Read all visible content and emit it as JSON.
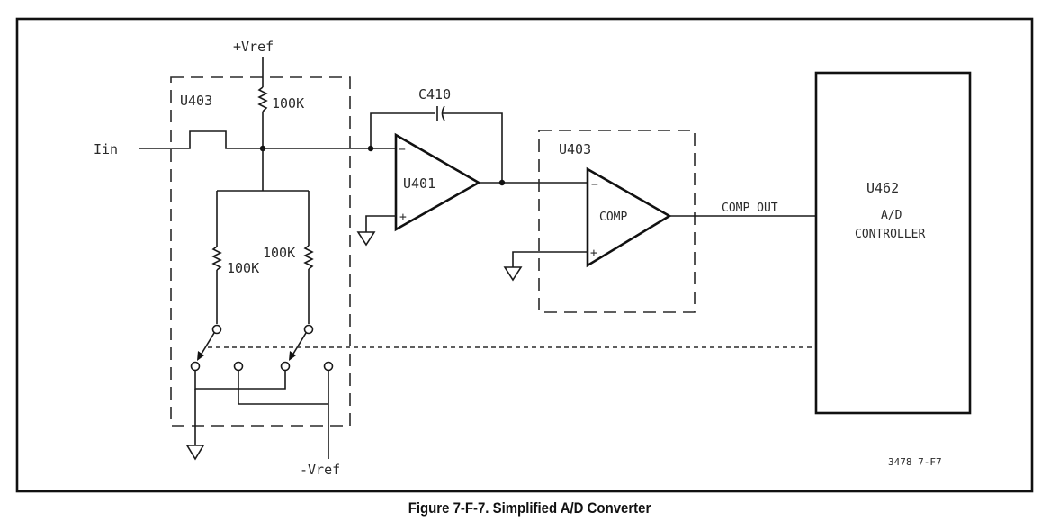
{
  "figure": {
    "caption": "Figure 7-F-7. Simplified A/D Converter",
    "reference_code": "3478 7-F7"
  },
  "labels": {
    "vref_pos": "+Vref",
    "vref_neg": "-Vref",
    "iin": "Iin",
    "u403_switch_block": "U403",
    "u403_comp_block": "U403",
    "pullup_resistor": "100K",
    "left_resistor": "100K",
    "right_resistor": "100K",
    "capacitor": "C410",
    "integrator": "U401",
    "comparator": "COMP",
    "comp_out": "COMP OUT",
    "controller_id": "U462",
    "controller_line1": "A/D",
    "controller_line2": "CONTROLLER",
    "minus_sign": "−",
    "plus_sign": "+"
  },
  "colors": {
    "ink": "#1a1a1a",
    "background": "#ffffff"
  }
}
